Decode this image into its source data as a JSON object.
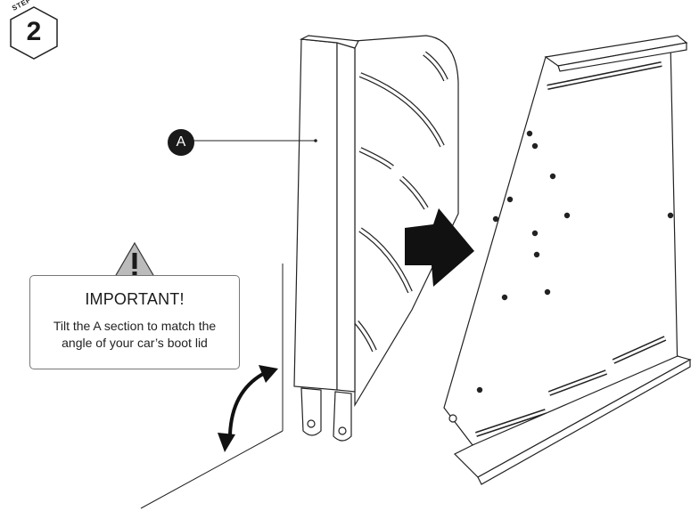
{
  "step": {
    "word": "STEP",
    "number": "2"
  },
  "callout": {
    "label": "A"
  },
  "notice": {
    "title": "IMPORTANT!",
    "body": "Tilt the A section to match the angle of your car’s boot lid",
    "icon": "warning-triangle-icon"
  },
  "colors": {
    "ink": "#1a1a1a",
    "box_border": "#777777",
    "warn_fill": "#bbbbbb"
  }
}
